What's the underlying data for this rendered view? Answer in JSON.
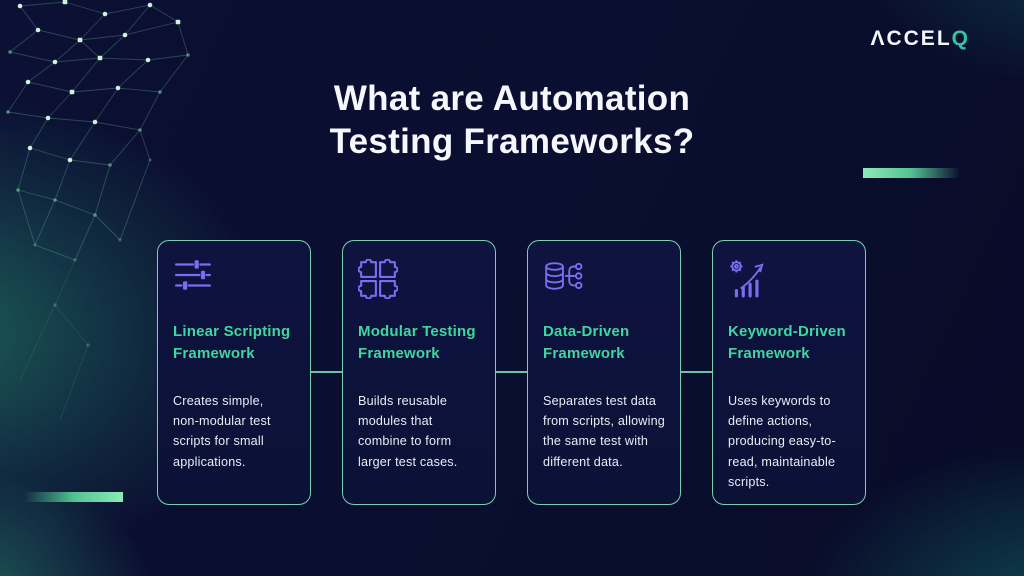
{
  "brand": {
    "name": "ACCELQ",
    "display_prefix": "ΛCCEL",
    "display_q": "Q"
  },
  "title": {
    "line1": "What are Automation",
    "line2": "Testing Frameworks?"
  },
  "cards": [
    {
      "icon": "sliders-icon",
      "title": "Linear Scripting\nFramework",
      "body": "Creates simple,\nnon-modular test\nscripts for small\napplications."
    },
    {
      "icon": "puzzle-pieces-icon",
      "title": "Modular Testing\nFramework",
      "body": "Builds reusable\nmodules that\ncombine to form\nlarger test cases."
    },
    {
      "icon": "database-branch-icon",
      "title": "Data-Driven\nFramework",
      "body": "Separates test data\nfrom scripts, allowing\nthe same test with\ndifferent data."
    },
    {
      "icon": "gear-growth-chart-icon",
      "title": "Keyword-Driven\nFramework",
      "body": "Uses keywords to\ndefine actions,\nproducing easy-to-\nread, maintainable\nscripts."
    }
  ],
  "colors": {
    "background_navy": "#0a0e2f",
    "card_border_teal": "#83e0b8",
    "heading_green": "#41d69f",
    "icon_purple": "#7b6cf2",
    "accent_bar_green": "#8ceab7",
    "logo_q_teal": "#35c3a2",
    "body_text": "#e9edf7",
    "title_white": "#f5f7fd"
  }
}
